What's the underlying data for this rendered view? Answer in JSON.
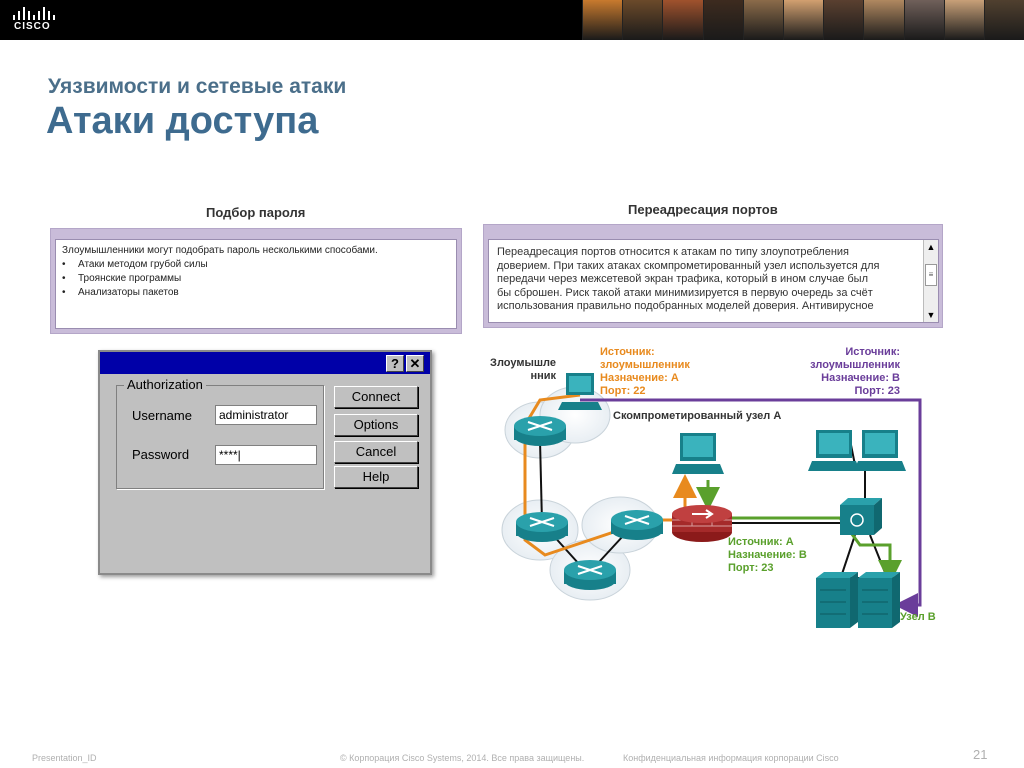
{
  "header": {
    "logo_text": "CISCO",
    "photo_tones": [
      "#c87a2e",
      "#6b4a2a",
      "#a0522d",
      "#3d2b1f",
      "#8b6b4a",
      "#d2a070",
      "#5a4030",
      "#b08860",
      "#70605a",
      "#c8a078",
      "#50402f"
    ]
  },
  "slide": {
    "subtitle": "Уязвимости и сетевые атаки",
    "title": "Атаки доступа"
  },
  "left_panel": {
    "heading": "Подбор пароля",
    "intro": "Злоумышленники могут подобрать пароль несколькими способами.",
    "items": [
      "Атаки методом грубой силы",
      "Троянские программы",
      "Анализаторы пакетов"
    ]
  },
  "right_panel": {
    "heading": "Переадресация портов",
    "lines": [
      "Переадресация портов относится к атакам по типу злоупотребления",
      "доверием. При таких атаках скомпрометированный узел используется для",
      "передачи через межсетевой экран трафика, который в ином случае был",
      "бы сброшен. Риск такой атаки минимизируется в первую очередь за счёт",
      "использования правильно подобранных моделей доверия. Антивирусное"
    ]
  },
  "dialog": {
    "help_btn": "?",
    "close_btn": "✕",
    "group_label": "Authorization",
    "username_label": "Username",
    "username_value": "administrator",
    "password_label": "Password",
    "password_value": "****|",
    "buttons": {
      "connect": "Connect",
      "options": "Options",
      "cancel": "Cancel",
      "help": "Help"
    }
  },
  "diagram": {
    "attacker_label": [
      "Злоумышле",
      "нник"
    ],
    "orange_text": [
      "Источник:",
      "злоумышленник",
      "Назначение: A",
      "Порт: 22"
    ],
    "purple_text": [
      "Источник:",
      "злоумышленник",
      "Назначение: B",
      "Порт: 23"
    ],
    "compromised_label": "Скомпрометированный узел А",
    "green_text": [
      "Источник: А",
      "Назначение: В",
      "Порт: 23"
    ],
    "host_b_label": "Узел В",
    "colors": {
      "purple": "#6a3d9a",
      "orange": "#e88a1e",
      "green": "#5aa02c",
      "teal": "#17808a"
    }
  },
  "footer": {
    "left": "Presentation_ID",
    "center": "© Корпорация Cisco Systems, 2014. Все права защищены.",
    "right": "Конфиденциальная информация корпорации Cisco",
    "page": "21"
  }
}
